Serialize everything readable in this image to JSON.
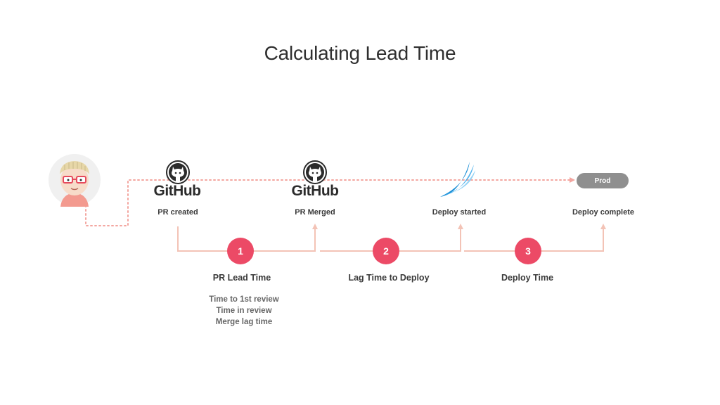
{
  "title": "Calculating Lead Time",
  "stages": [
    {
      "label": "PR created",
      "logo": "GitHub",
      "icon": "github-octocat-icon"
    },
    {
      "label": "PR Merged",
      "logo": "GitHub",
      "icon": "github-octocat-icon"
    },
    {
      "label": "Deploy started",
      "icon": "deploy-swoosh-icon"
    },
    {
      "label": "Deploy complete",
      "badge": "Prod"
    }
  ],
  "steps": [
    {
      "number": "1",
      "label": "PR Lead Time",
      "details": [
        "Time to 1st review",
        "Time in review",
        "Merge lag time"
      ]
    },
    {
      "number": "2",
      "label": "Lag Time to Deploy"
    },
    {
      "number": "3",
      "label": "Deploy Time"
    }
  ],
  "colors": {
    "accent": "#ec4a66",
    "connector": "#f3c3b6",
    "dotted": "#f3a6a0",
    "badge": "#8f8f8f",
    "deploy_blue": "#1b8fd6"
  },
  "avatar": {
    "icon": "developer-avatar-icon"
  }
}
